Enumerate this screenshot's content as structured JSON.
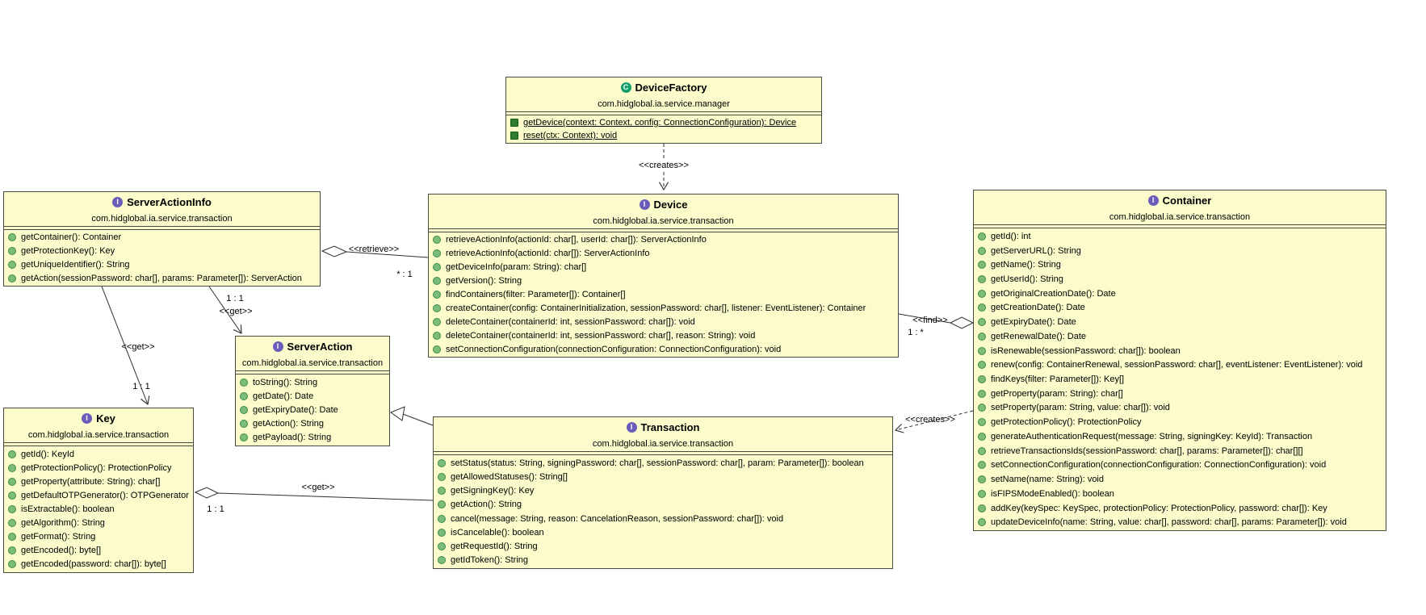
{
  "colors": {
    "box_fill": "#fbfbcc",
    "box_border": "#4a4a40",
    "edge_line": "#2e2e2e",
    "interface_icon_bg": "#6a5cb8",
    "class_icon_bg": "#14a06d",
    "method_icon_fill": "#7cbb7c",
    "static_method_icon_fill": "#2e7d32"
  },
  "classes": [
    {
      "name": "DeviceFactory",
      "package": "com.hidglobal.ia.service.manager",
      "kind": "class",
      "icon_letter": "C",
      "methods": [
        {
          "kind": "static",
          "label": "getDevice(context: Context, config: ConnectionConfiguration): Device"
        },
        {
          "kind": "static",
          "label": "reset(ctx: Context): void"
        }
      ]
    },
    {
      "name": "ServerActionInfo",
      "package": "com.hidglobal.ia.service.transaction",
      "kind": "interface",
      "icon_letter": "I",
      "methods": [
        {
          "kind": "public",
          "label": "getContainer(): Container"
        },
        {
          "kind": "public",
          "label": "getProtectionKey(): Key"
        },
        {
          "kind": "public",
          "label": "getUniqueIdentifier(): String"
        },
        {
          "kind": "public",
          "label": "getAction(sessionPassword: char[], params: Parameter[]): ServerAction"
        }
      ]
    },
    {
      "name": "Device",
      "package": "com.hidglobal.ia.service.transaction",
      "kind": "interface",
      "icon_letter": "I",
      "methods": [
        {
          "kind": "public",
          "label": "retrieveActionInfo(actionId: char[], userId: char[]): ServerActionInfo"
        },
        {
          "kind": "public",
          "label": "retrieveActionInfo(actionId: char[]): ServerActionInfo"
        },
        {
          "kind": "public",
          "label": "getDeviceInfo(param: String): char[]"
        },
        {
          "kind": "public",
          "label": "getVersion(): String"
        },
        {
          "kind": "public",
          "label": "findContainers(filter: Parameter[]): Container[]"
        },
        {
          "kind": "public",
          "label": "createContainer(config: ContainerInitialization, sessionPassword: char[], listener: EventListener): Container"
        },
        {
          "kind": "public",
          "label": "deleteContainer(containerId: int, sessionPassword: char[]): void"
        },
        {
          "kind": "public",
          "label": "deleteContainer(containerId: int, sessionPassword: char[], reason: String): void"
        },
        {
          "kind": "public",
          "label": "setConnectionConfiguration(connectionConfiguration: ConnectionConfiguration): void"
        }
      ]
    },
    {
      "name": "Container",
      "package": "com.hidglobal.ia.service.transaction",
      "kind": "interface",
      "icon_letter": "I",
      "methods": [
        {
          "kind": "public",
          "label": "getId(): int"
        },
        {
          "kind": "public",
          "label": "getServerURL(): String"
        },
        {
          "kind": "public",
          "label": "getName(): String"
        },
        {
          "kind": "public",
          "label": "getUserId(): String"
        },
        {
          "kind": "public",
          "label": "getOriginalCreationDate(): Date"
        },
        {
          "kind": "public",
          "label": "getCreationDate(): Date"
        },
        {
          "kind": "public",
          "label": "getExpiryDate(): Date"
        },
        {
          "kind": "public",
          "label": "getRenewalDate(): Date"
        },
        {
          "kind": "public",
          "label": "isRenewable(sessionPassword: char[]): boolean"
        },
        {
          "kind": "public",
          "label": "renew(config: ContainerRenewal, sessionPassword: char[], eventListener: EventListener): void"
        },
        {
          "kind": "public",
          "label": "findKeys(filter: Parameter[]): Key[]"
        },
        {
          "kind": "public",
          "label": "getProperty(param: String): char[]"
        },
        {
          "kind": "public",
          "label": "setProperty(param: String, value: char[]): void"
        },
        {
          "kind": "public",
          "label": "getProtectionPolicy(): ProtectionPolicy"
        },
        {
          "kind": "public",
          "label": "generateAuthenticationRequest(message: String, signingKey: KeyId): Transaction"
        },
        {
          "kind": "public",
          "label": "retrieveTransactionsIds(sessionPassword: char[], params: Parameter[]): char[][]"
        },
        {
          "kind": "public",
          "label": "setConnectionConfiguration(connectionConfiguration: ConnectionConfiguration): void"
        },
        {
          "kind": "public",
          "label": "setName(name: String): void"
        },
        {
          "kind": "public",
          "label": "isFIPSModeEnabled(): boolean"
        },
        {
          "kind": "public",
          "label": "addKey(keySpec: KeySpec, protectionPolicy: ProtectionPolicy, password: char[]): Key"
        },
        {
          "kind": "public",
          "label": "updateDeviceInfo(name: String, value: char[], password: char[], params: Parameter[]): void"
        }
      ]
    },
    {
      "name": "ServerAction",
      "package": "com.hidglobal.ia.service.transaction",
      "kind": "interface",
      "icon_letter": "I",
      "methods": [
        {
          "kind": "public",
          "label": "toString(): String"
        },
        {
          "kind": "public",
          "label": "getDate(): Date"
        },
        {
          "kind": "public",
          "label": "getExpiryDate(): Date"
        },
        {
          "kind": "public",
          "label": "getAction(): String"
        },
        {
          "kind": "public",
          "label": "getPayload(): String"
        }
      ]
    },
    {
      "name": "Key",
      "package": "com.hidglobal.ia.service.transaction",
      "kind": "interface",
      "icon_letter": "I",
      "methods": [
        {
          "kind": "public",
          "label": "getId(): KeyId"
        },
        {
          "kind": "public",
          "label": "getProtectionPolicy(): ProtectionPolicy"
        },
        {
          "kind": "public",
          "label": "getProperty(attribute: String): char[]"
        },
        {
          "kind": "public",
          "label": "getDefaultOTPGenerator(): OTPGenerator"
        },
        {
          "kind": "public",
          "label": "isExtractable(): boolean"
        },
        {
          "kind": "public",
          "label": "getAlgorithm(): String"
        },
        {
          "kind": "public",
          "label": "getFormat(): String"
        },
        {
          "kind": "public",
          "label": "getEncoded(): byte[]"
        },
        {
          "kind": "public",
          "label": "getEncoded(password: char[]): byte[]"
        }
      ]
    },
    {
      "name": "Transaction",
      "package": "com.hidglobal.ia.service.transaction",
      "kind": "interface",
      "icon_letter": "I",
      "methods": [
        {
          "kind": "public",
          "label": "setStatus(status: String, signingPassword: char[], sessionPassword: char[], param: Parameter[]): boolean"
        },
        {
          "kind": "public",
          "label": "getAllowedStatuses(): String[]"
        },
        {
          "kind": "public",
          "label": "getSigningKey(): Key"
        },
        {
          "kind": "public",
          "label": "getAction(): String"
        },
        {
          "kind": "public",
          "label": "cancel(message: String, reason: CancelationReason, sessionPassword: char[]): void"
        },
        {
          "kind": "public",
          "label": "isCancelable(): boolean"
        },
        {
          "kind": "public",
          "label": "getRequestId(): String"
        },
        {
          "kind": "public",
          "label": "getIdToken(): String"
        }
      ]
    }
  ],
  "edges": [
    {
      "name": "factory-creates-device",
      "label": "<<creates>>"
    },
    {
      "name": "serveractioninfo-retrieve-device",
      "label": "<<retrieve>>",
      "multiplicity": "* : 1"
    },
    {
      "name": "device-find-container",
      "label": "<<find>>",
      "multiplicity": "1 : *"
    },
    {
      "name": "container-creates-transaction",
      "label": "<<creates>>"
    },
    {
      "name": "serveractioninfo-get-serveraction",
      "label": "<<get>>",
      "multiplicity": "1 : 1"
    },
    {
      "name": "serveractioninfo-get-key",
      "label": "<<get>>",
      "multiplicity": "1 : 1"
    },
    {
      "name": "key-get-transaction",
      "label": "<<get>>",
      "multiplicity": "1 : 1"
    }
  ]
}
